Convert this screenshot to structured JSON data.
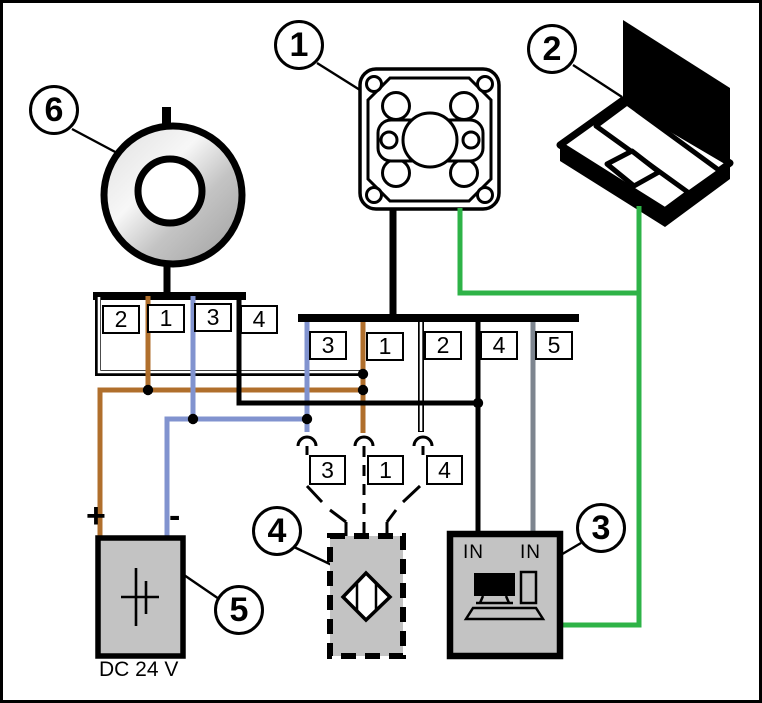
{
  "diagram_type": "wiring-connection-diagram",
  "callouts": {
    "camera": "1",
    "pc": "2",
    "io_box": "3",
    "trigger_sensor": "4",
    "power_supply": "5",
    "ring_light": "6"
  },
  "blocks": {
    "ring_light": {
      "labels": [
        "2",
        "1",
        "3",
        "4"
      ]
    },
    "camera": {
      "labels": [
        "3",
        "1",
        "2",
        "4",
        "5"
      ]
    },
    "trigger_connector": {
      "labels": [
        "3",
        "1",
        "4"
      ]
    }
  },
  "power_supply": {
    "plus_label": "+",
    "minus_label": "-",
    "caption": "DC 24 V"
  },
  "io_box": {
    "input_left_label": "IN",
    "input_right_label": "IN"
  },
  "colors": {
    "wire_brown": "#b06f2c",
    "wire_blue": "#8193cf",
    "wire_green": "#2eb347",
    "wire_gray": "#7d858f",
    "device_fill": "#c3c3c3"
  }
}
